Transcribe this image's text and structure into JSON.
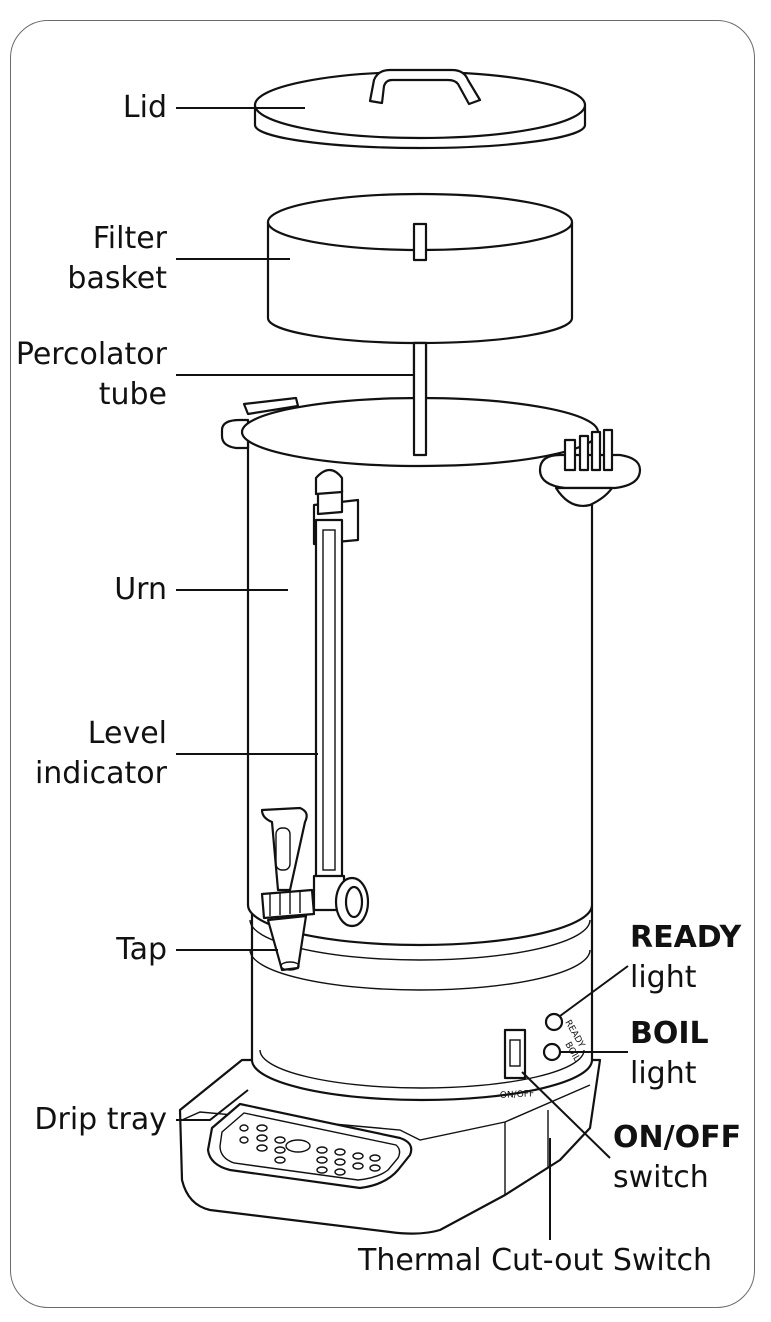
{
  "labels": {
    "lid": "Lid",
    "filter_basket_1": "Filter",
    "filter_basket_2": "basket",
    "percolator_tube_1": "Percolator",
    "percolator_tube_2": "tube",
    "urn": "Urn",
    "level_indicator_1": "Level",
    "level_indicator_2": "indicator",
    "tap": "Tap",
    "drip_tray": "Drip tray",
    "ready_1": "READY",
    "ready_2": "light",
    "boil_1": "BOIL",
    "boil_2": "light",
    "onoff_1": "ON/OFF",
    "onoff_2": "switch",
    "thermal": "Thermal Cut-out Switch"
  },
  "device_text": {
    "ready": "READY",
    "boil": "BOIL",
    "onoff": "ON/OFF"
  }
}
